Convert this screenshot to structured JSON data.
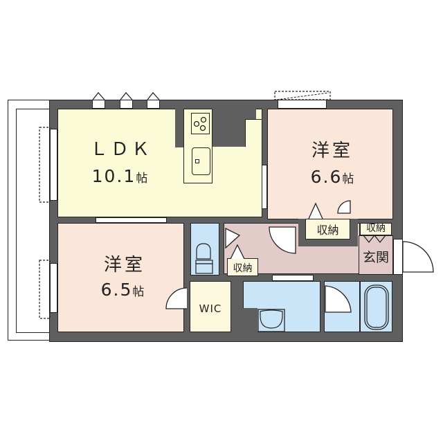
{
  "floorplan": {
    "rooms": [
      {
        "id": "ldk",
        "name": "ＬＤＫ",
        "size": "10.1",
        "unit": "帖"
      },
      {
        "id": "western-1",
        "name": "洋室",
        "size": "6.6",
        "unit": "帖"
      },
      {
        "id": "western-2",
        "name": "洋室",
        "size": "6.5",
        "unit": "帖"
      },
      {
        "id": "wic",
        "name": "WIC"
      },
      {
        "id": "storage-1",
        "name": "収納"
      },
      {
        "id": "storage-2",
        "name": "収納"
      },
      {
        "id": "storage-3",
        "name": "収納"
      },
      {
        "id": "entrance",
        "name": "玄関"
      }
    ],
    "colors": {
      "wall": "#5f5f5f",
      "ldk": "#fcfbd8",
      "western": "#fbe6da",
      "wet_area": "#cbe5f8",
      "hallway": "#e2cbc8",
      "storage": "#fbf8dd"
    }
  }
}
